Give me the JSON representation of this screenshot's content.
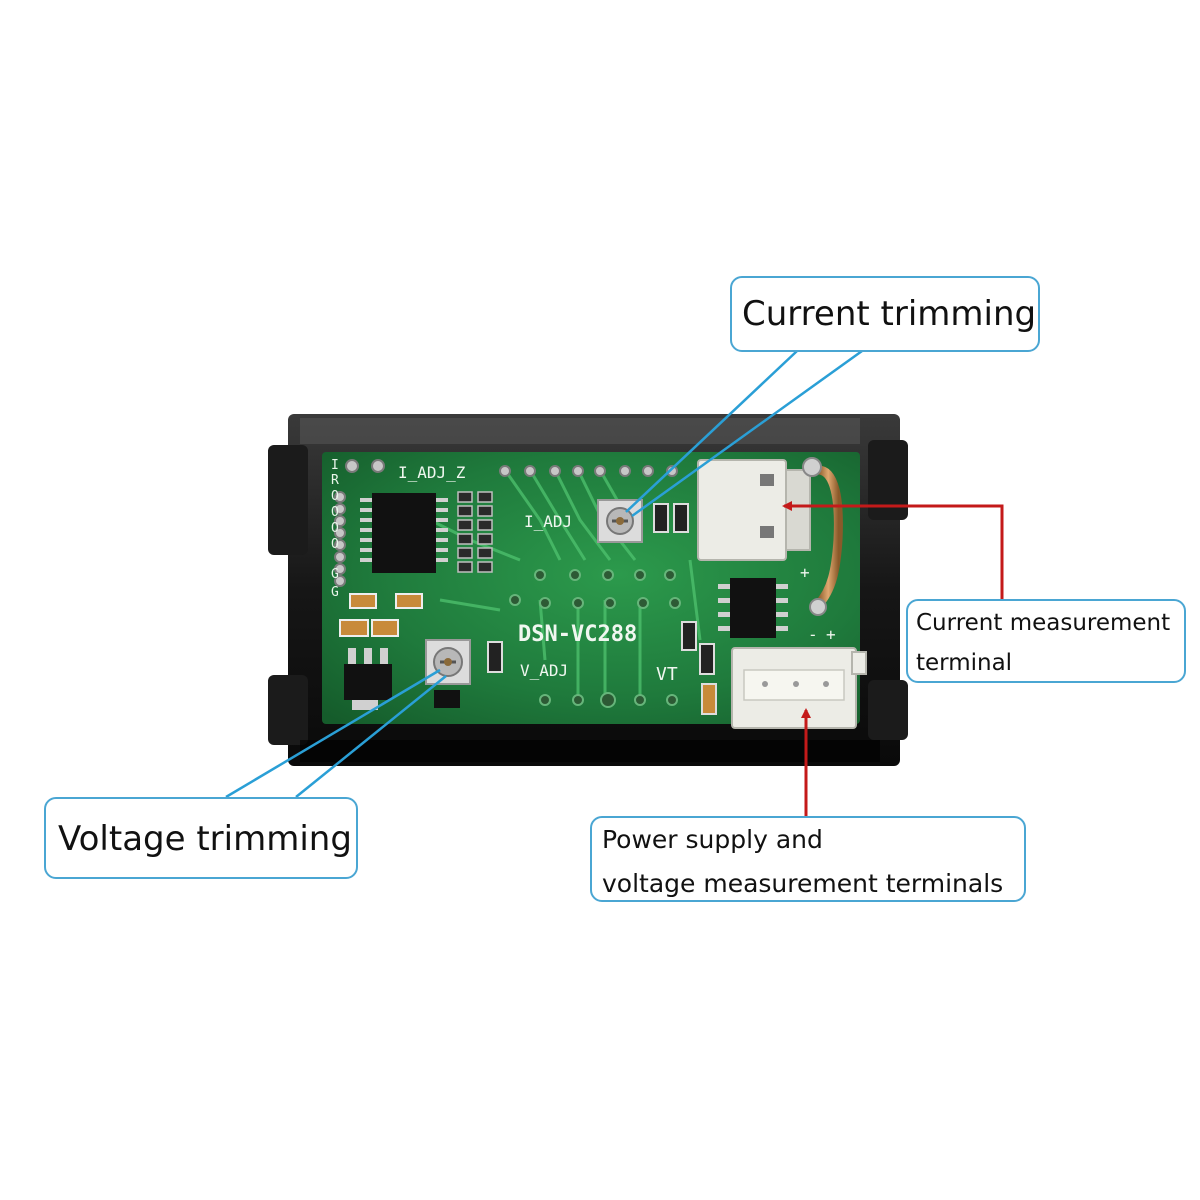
{
  "board": {
    "model": "DSN-VC288",
    "silkscreen": {
      "i_adj_z": "I_ADJ_Z",
      "i_adj": "I_ADJ",
      "v_adj": "V_ADJ",
      "vt": "VT",
      "plus_top": "+",
      "minus": "-",
      "plus_bottom": "+",
      "pin_labels": [
        "I",
        "R",
        "O",
        "O",
        "O",
        "O",
        "G",
        "G"
      ]
    }
  },
  "callouts": {
    "current_trimming": "Current trimming",
    "voltage_trimming": "Voltage trimming",
    "current_measurement": [
      "Current measurement",
      "terminal"
    ],
    "power_supply": [
      "Power supply and",
      "voltage measurement terminals"
    ]
  },
  "colors": {
    "pcb": "#1f7a3c",
    "callout_border": "#4aa6d3",
    "blue_leader": "#2a9fd6",
    "red_arrow": "#c41a1a",
    "case": "#161616",
    "connector": "#ecece6"
  }
}
